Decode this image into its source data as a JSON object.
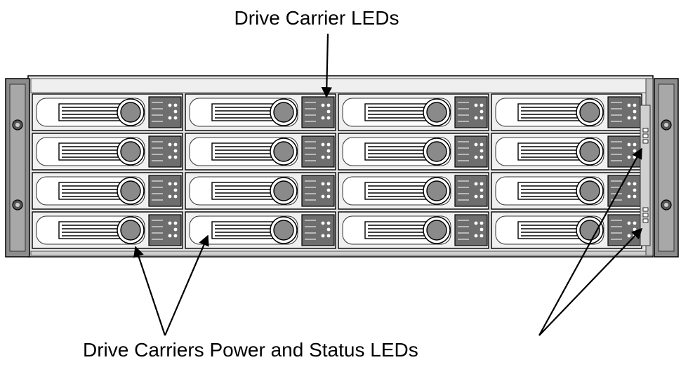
{
  "diagram": {
    "callout_top": "Drive Carrier LEDs",
    "callout_bottom": "Drive Carriers Power and Status LEDs",
    "drive_rows": 4,
    "drive_columns": 4,
    "colors": {
      "line": "#000000",
      "chassis": "#e6e6e6",
      "ear": "#8c8c8c",
      "carrier": "#f0f0f0",
      "led_panel": "#6e6e6e"
    }
  }
}
